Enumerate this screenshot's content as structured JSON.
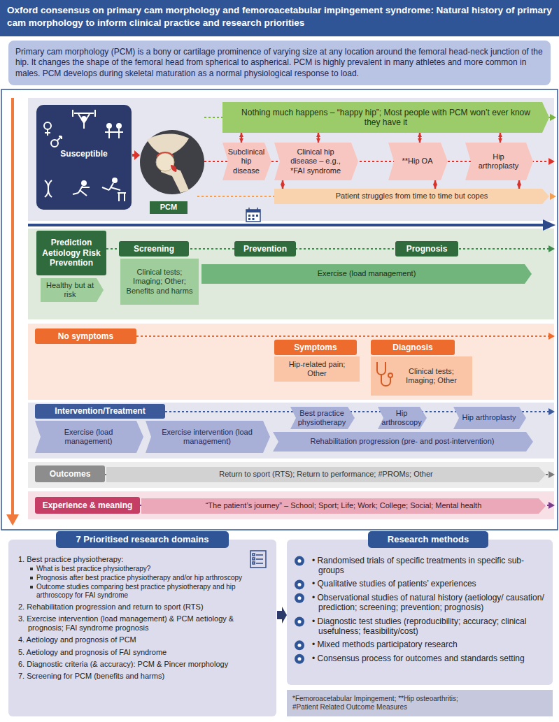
{
  "diagram": {
    "title": "Oxford consensus on primary cam morphology and femoroacetabular impingement syndrome: Natural history of primary cam morphology to inform clinical practice and research priorities",
    "nodes": [
      {
        "text": [
          "Primary cam morphology (PCM) is a bony or cartilage prominence of varying size at any location around the femoral head-neck junction of the hip. It changes the shape of the femoral head from spherical to aspherical. PCM is highly prevalent in many athletes and more common in males. PCM develops during skeletal maturation as a normal physiological response to load."
        ]
      },
      {
        "text": [
          "Susceptible"
        ]
      },
      {
        "text": [
          "PCM"
        ]
      },
      {
        "text": [
          "Nothing much happens – “happy hip”; Most people with PCM won’t ever know they have it"
        ]
      },
      {
        "text": [
          "Subclinical hip disease"
        ]
      },
      {
        "text": [
          "Clinical hip disease – e.g., *FAI syndrome"
        ]
      },
      {
        "text": [
          "**Hip OA"
        ]
      },
      {
        "text": [
          "Hip arthroplasty"
        ]
      },
      {
        "text": [
          "Patient struggles from time to time but copes"
        ]
      },
      {
        "text": [
          "Prediction Aetiology Risk Prevention"
        ]
      },
      {
        "text": [
          "Healthy but at risk"
        ]
      },
      {
        "text": [
          "Screening"
        ]
      },
      {
        "text": [
          "Clinical tests; Imaging; Other; Benefits and harms"
        ]
      },
      {
        "text": [
          "Prevention"
        ]
      },
      {
        "text": [
          "Prognosis"
        ]
      },
      {
        "text": [
          "Exercise (load management)"
        ]
      },
      {
        "text": [
          "No symptoms"
        ]
      },
      {
        "text": [
          "Symptoms"
        ]
      },
      {
        "text": [
          "Hip-related pain; Other"
        ]
      },
      {
        "text": [
          "Diagnosis"
        ]
      },
      {
        "text": [
          "Clinical tests; Imaging; Other"
        ]
      },
      {
        "text": [
          "Intervention/Treatment"
        ]
      },
      {
        "text": [
          "Exercise (load management)"
        ]
      },
      {
        "text": [
          "Exercise intervention (load management)"
        ]
      },
      {
        "text": [
          "Best practice physiotherapy"
        ]
      },
      {
        "text": [
          "Hip arthroscopy"
        ]
      },
      {
        "text": [
          "Hip arthroplasty"
        ]
      },
      {
        "text": [
          "Rehabilitation progression (pre- and post-intervention)"
        ]
      },
      {
        "text": [
          "Outcomes"
        ]
      },
      {
        "text": [
          "Return to sport (RTS); Return to performance; #PROMs; Other"
        ]
      },
      {
        "text": [
          "Experience & meaning"
        ]
      },
      {
        "text": [
          "“The patient’s journey” – School; Sport; Life; Work; College; Social; Mental health"
        ]
      },
      {
        "text": [
          "7 Prioritised research domains",
          "1. Best practice physiotherapy:",
          "What is best practice physiotherapy?",
          "Prognosis after best practice physiotherapy and/or hip arthroscopy",
          "Outcome studies comparing best practice physiotherapy and hip arthroscopy for FAI syndrome",
          "2. Rehabilitation progression and return to sport (RTS)",
          "3. Exercise intervention (load management) & PCM aetiology & prognosis; FAI syndrome prognosis",
          "4. Aetiology and prognosis of PCM",
          "5. Aetiology and prognosis of FAI syndrome",
          "6. Diagnostic criteria (& accuracy): PCM & Pincer morphology",
          "7. Screening for PCM (benefits and harms)"
        ]
      },
      {
        "text": [
          "Research methods",
          "• Randomised trials of specific treatments in specific sub-groups",
          "• Qualitative studies of patients’ experiences",
          "• Observational studies of natural history (aetiology/ causation/ prediction; screening; prevention; prognosis)",
          "• Diagnostic test studies (reproducibility; accuracy; clinical usefulness; feasibility/cost)",
          "• Mixed methods participatory research",
          "• Consensus process for outcomes and standards setting"
        ]
      },
      {
        "text": [
          "*Femoroacetabular Impingement; **Hip osteoarthritis;",
          "#Patient Related Outcome Measures"
        ]
      }
    ],
    "edges": [
      {
        "from": 3,
        "to": 4,
        "arrow": "both"
      },
      {
        "from": 3,
        "to": 5,
        "arrow": "both"
      },
      {
        "from": 3,
        "to": 6,
        "arrow": "both"
      },
      {
        "from": 3,
        "to": 7,
        "arrow": "both"
      },
      {
        "from": 5,
        "to": 8,
        "arrow": "both"
      },
      {
        "from": 6,
        "to": 8,
        "arrow": "both"
      },
      {
        "from": 7,
        "to": 8,
        "arrow": "both"
      }
    ]
  }
}
